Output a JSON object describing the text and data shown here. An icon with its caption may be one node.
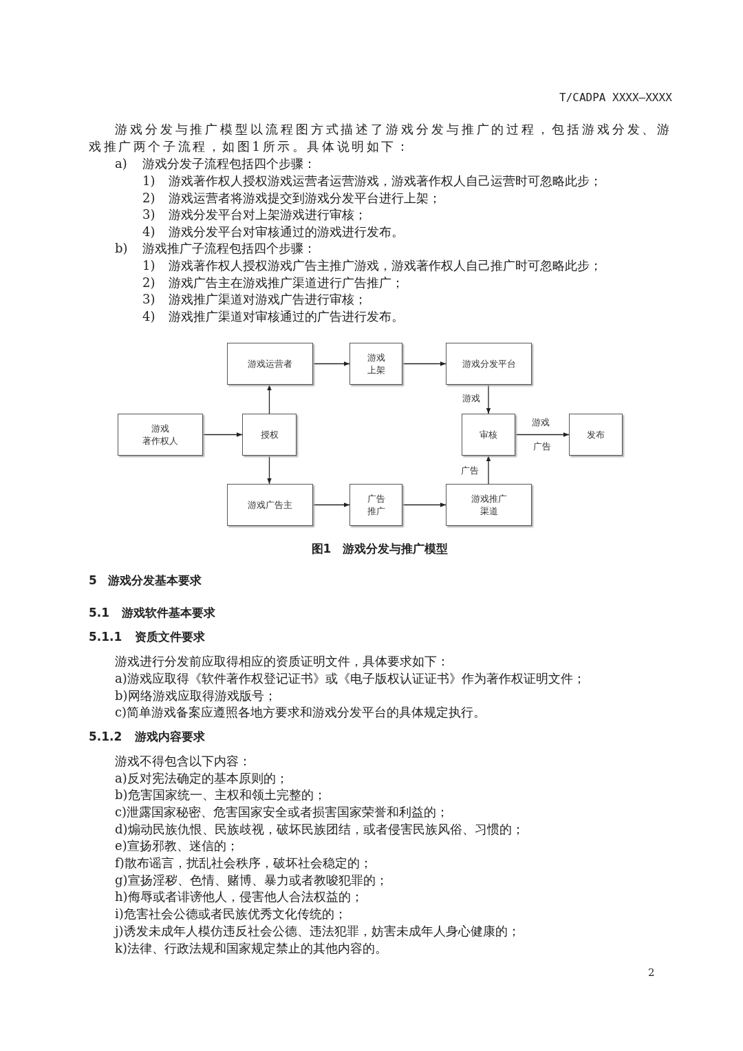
{
  "diagram": {
    "caption": "图1　游戏分发与推广模型",
    "nodes": [
      {
        "text": [
          "游戏运营者"
        ]
      },
      {
        "text": [
          "游戏上架"
        ]
      },
      {
        "text": [
          "游戏分发平台"
        ]
      },
      {
        "text": [
          "游戏著作权人"
        ]
      },
      {
        "text": [
          "授权"
        ]
      },
      {
        "text": [
          "审核"
        ]
      },
      {
        "text": [
          "发布"
        ]
      },
      {
        "text": [
          "游戏广告主"
        ]
      },
      {
        "text": [
          "广告推广"
        ]
      },
      {
        "text": [
          "游戏推广渠道"
        ]
      }
    ],
    "edges": [
      {
        "from": 0,
        "to": 1,
        "arrow": "to"
      },
      {
        "from": 1,
        "to": 2,
        "arrow": "to"
      },
      {
        "from": 2,
        "to": 5,
        "arrow": "to",
        "label": "游戏"
      },
      {
        "from": 3,
        "to": 4,
        "arrow": "to"
      },
      {
        "from": 4,
        "to": 0,
        "arrow": "to"
      },
      {
        "from": 4,
        "to": 7,
        "arrow": "to"
      },
      {
        "from": 5,
        "to": 6,
        "arrow": "to",
        "label": "游戏"
      },
      {
        "from": 7,
        "to": 8,
        "arrow": "to"
      },
      {
        "from": 8,
        "to": 9,
        "arrow": "to"
      },
      {
        "from": 9,
        "to": 5,
        "arrow": "to",
        "label": "广告"
      }
    ],
    "labels": [
      "T/CADPA XXXX—XXXX",
      "游戏分发与推广模型以流程图方式描述了游戏分发与推广的过程，包括游戏分发、游戏推广两个子流程，如图1所示。具体说明如下：",
      "a)",
      "游戏分发子流程包括四个步骤：",
      "1)",
      "游戏著作权人授权游戏运营者运营游戏，游戏著作权人自己运营时可忽略此步；",
      "2)",
      "游戏运营者将游戏提交到游戏分发平台进行上架；",
      "3)",
      "游戏分发平台对上架游戏进行审核；",
      "4)",
      "游戏分发平台对审核通过的游戏进行发布。",
      "b)",
      "游戏推广子流程包括四个步骤：",
      "1)",
      "游戏著作权人授权游戏广告主推广游戏，游戏著作权人自己推广时可忽略此步；",
      "2)",
      "游戏广告主在游戏推广渠道进行广告推广；",
      "3)",
      "游戏推广渠道对游戏广告进行审核；",
      "4)",
      "游戏推广渠道对审核通过的广告进行发布。",
      "广告",
      "5",
      "游戏分发基本要求",
      "5.1",
      "游戏软件基本要求",
      "5.1.1",
      "资质文件要求",
      "游戏进行分发前应取得相应的资质证明文件，具体要求如下：",
      "a)游戏应取得《软件著作权登记证书》或《电子版权认证证书》作为著作权证明文件；",
      "b)网络游戏应取得游戏版号；",
      "c)简单游戏备案应遵照各地方要求和游戏分发平台的具体规定执行。",
      "5.1.2",
      "游戏内容要求",
      "游戏不得包含以下内容：",
      "a)反对宪法确定的基本原则的；",
      "b)危害国家统一、主权和领土完整的；",
      "c)泄露国家秘密、危害国家安全或者损害国家荣誉和利益的；",
      "d)煽动民族仇恨、民族歧视，破坏民族团结，或者侵害民族风俗、习惯的；",
      "e)宣扬邪教、迷信的；",
      "f)散布谣言，扰乱社会秩序，破坏社会稳定的；",
      "g)宣扬淫秽、色情、赌博、暴力或者教唆犯罪的；",
      "h)侮辱或者诽谤他人，侵害他人合法权益的；",
      "i)危害社会公德或者民族优秀文化传统的；",
      "j)诱发未成年人模仿违反社会公德、违法犯罪，妨害未成年人身心健康的；",
      "k)法律、行政法规和国家规定禁止的其他内容的。",
      "2"
    ]
  }
}
